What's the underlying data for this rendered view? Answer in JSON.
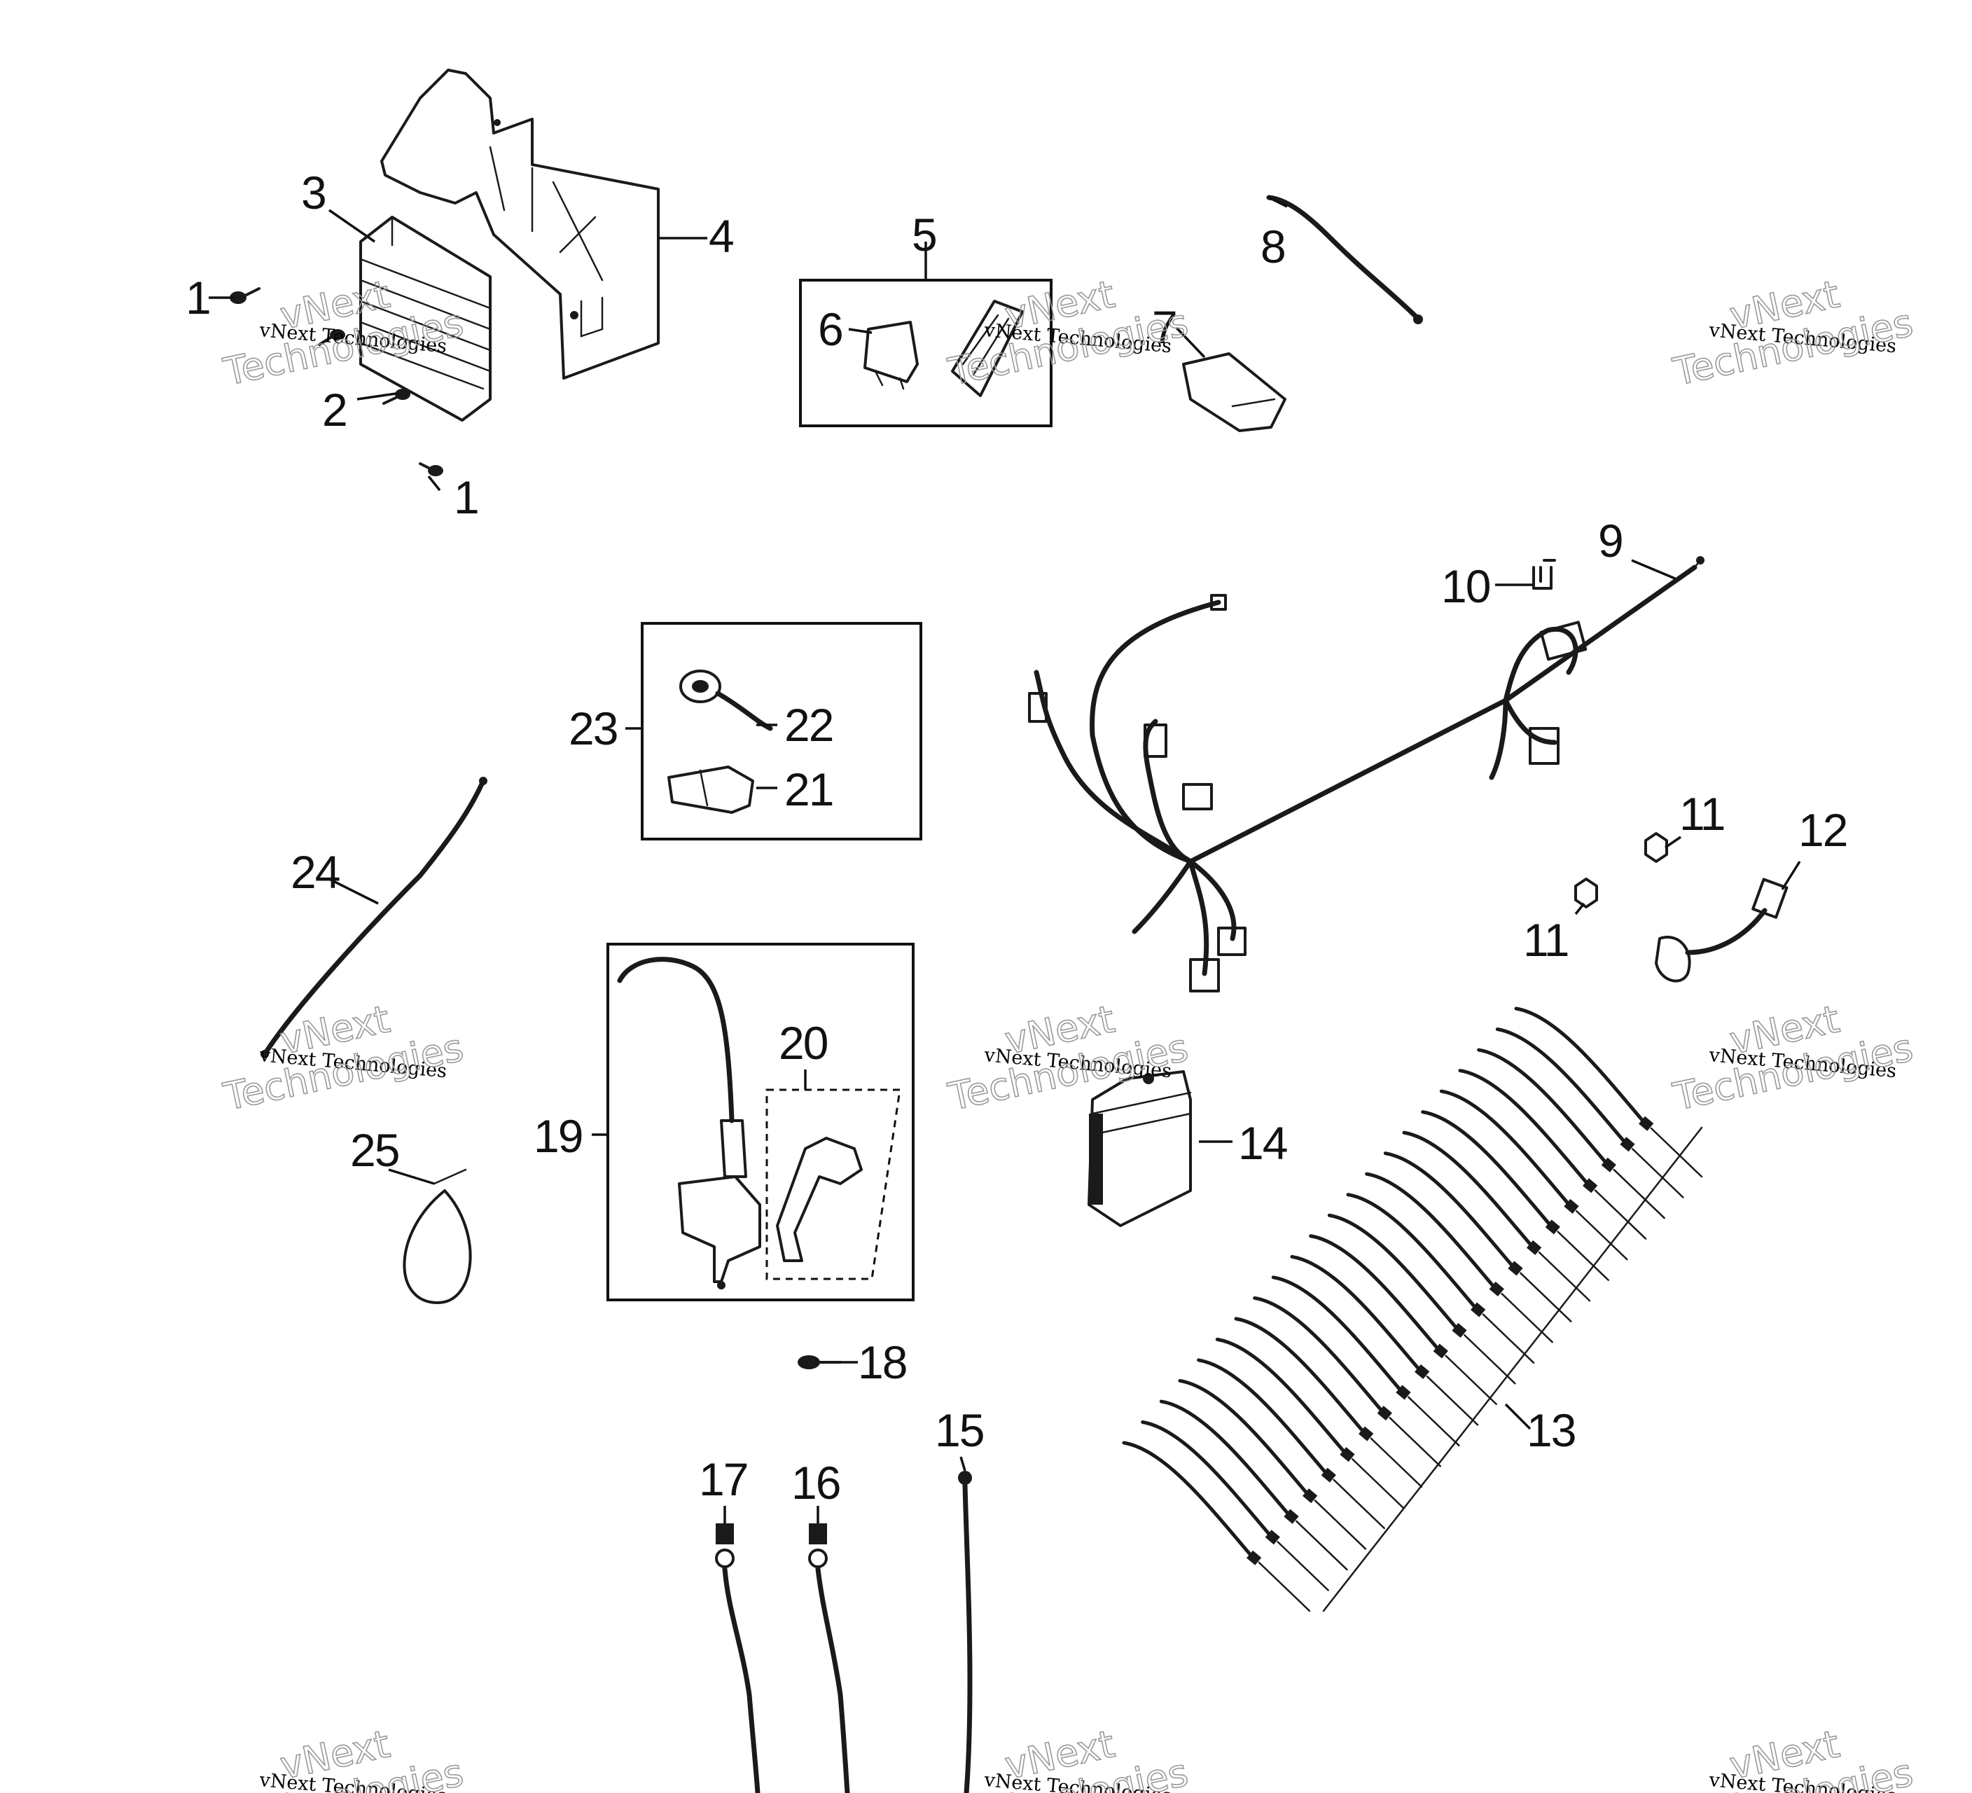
{
  "callouts": {
    "c1a": "1",
    "c1b": "1",
    "c2": "2",
    "c3": "3",
    "c4": "4",
    "c5": "5",
    "c6": "6",
    "c7": "7",
    "c8": "8",
    "c9": "9",
    "c10": "10",
    "c11a": "11",
    "c11b": "11",
    "c12": "12",
    "c13": "13",
    "c14": "14",
    "c15": "15",
    "c16": "16",
    "c17": "17",
    "c18": "18",
    "c19": "19",
    "c20": "20",
    "c21": "21",
    "c22": "22",
    "c23": "23",
    "c24": "24",
    "c25": "25"
  },
  "watermark": {
    "line1": "vNext Technologies",
    "line2a": "vNext",
    "line2b": "Technologies"
  }
}
